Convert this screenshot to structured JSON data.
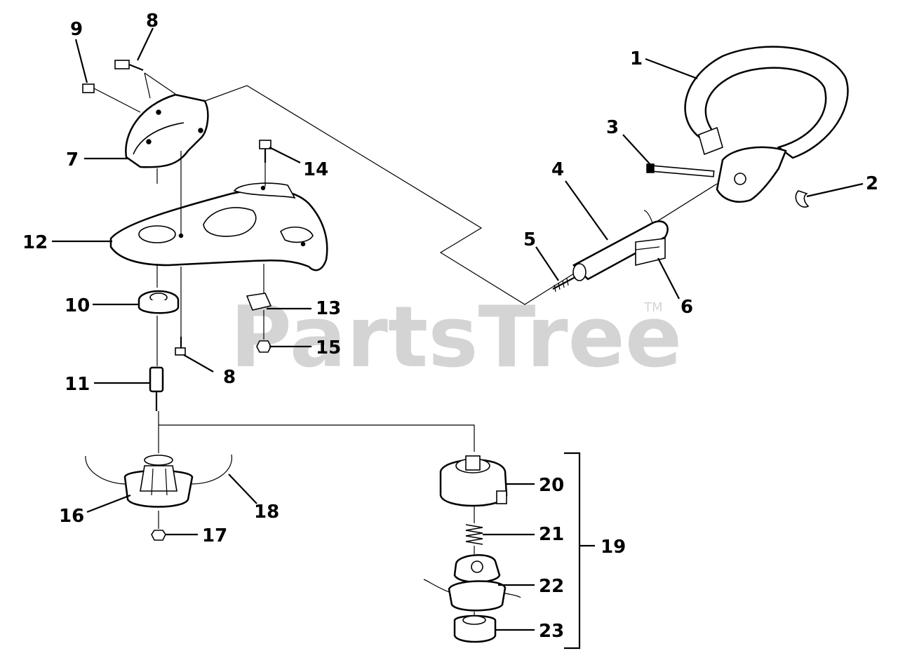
{
  "watermark": {
    "text": "PartsTree",
    "trademark": "TM"
  },
  "callouts": {
    "p1": "1",
    "p2": "2",
    "p3": "3",
    "p4": "4",
    "p5": "5",
    "p6": "6",
    "p7": "7",
    "p8a": "8",
    "p8b": "8",
    "p9": "9",
    "p10": "10",
    "p11": "11",
    "p12": "12",
    "p13": "13",
    "p14": "14",
    "p15": "15",
    "p16": "16",
    "p17": "17",
    "p18": "18",
    "p19": "19",
    "p20": "20",
    "p21": "21",
    "p22": "22",
    "p23": "23"
  }
}
